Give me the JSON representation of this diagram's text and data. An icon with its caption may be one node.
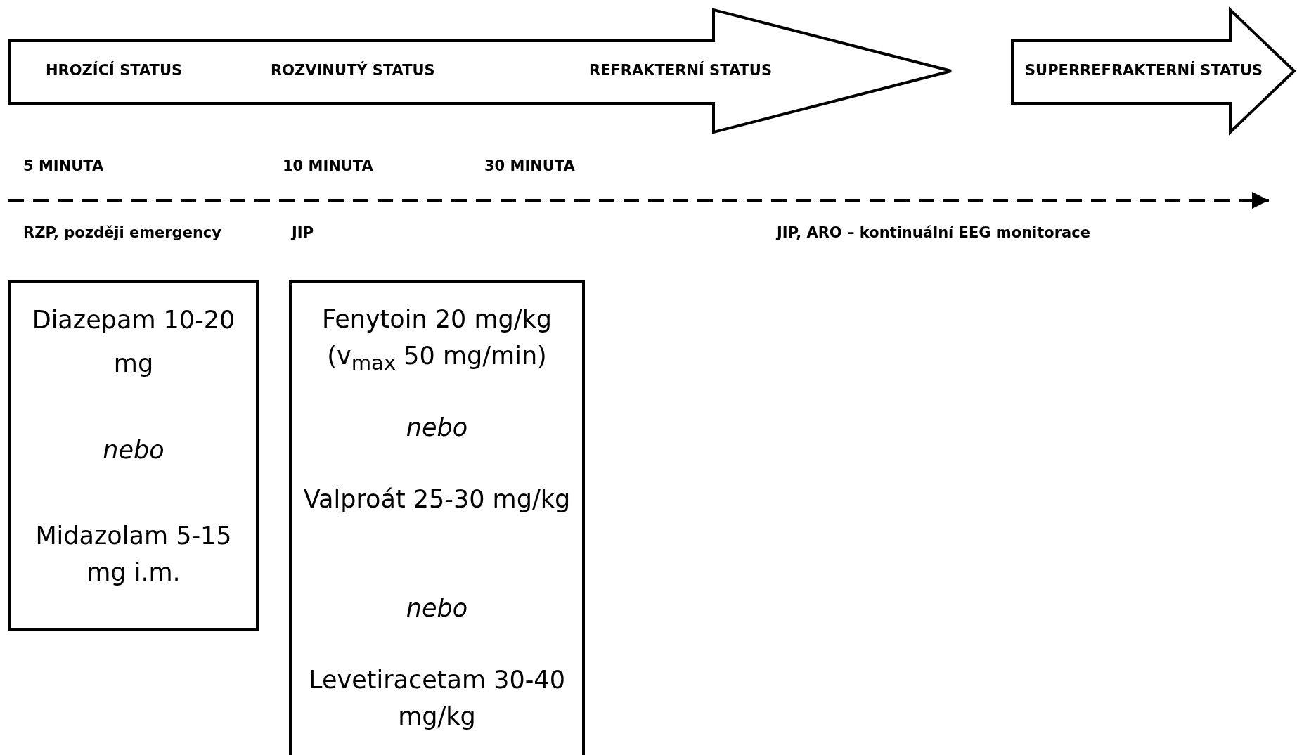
{
  "diagram": {
    "nodes": [
      {
        "text": [
          "HROZÍCÍ STATUS",
          "ROZVINUTÝ STATUS",
          "REFRAKTERNÍ STATUS"
        ]
      },
      {
        "text": [
          "SUPERREFRAKTERNÍ STATUS"
        ]
      },
      {
        "text": [
          "Diazepam 10-20 mg",
          "nebo",
          "Midazolam 5-15 mg i.m."
        ]
      },
      {
        "text": [
          "Fenytoin 20 mg/kg (v$_{max}$ 50 mg/min)",
          "nebo",
          "Valproát 25-30 mg/kg",
          "nebo",
          "Levetiracetam 30-40 mg/kg"
        ]
      }
    ],
    "labels": [
      "5 MINUTA",
      "10 MINUTA",
      "30 MINUTA",
      "RZP, později emergency",
      "JIP",
      "JIP, ARO – kontinuální EEG monitorace"
    ]
  }
}
